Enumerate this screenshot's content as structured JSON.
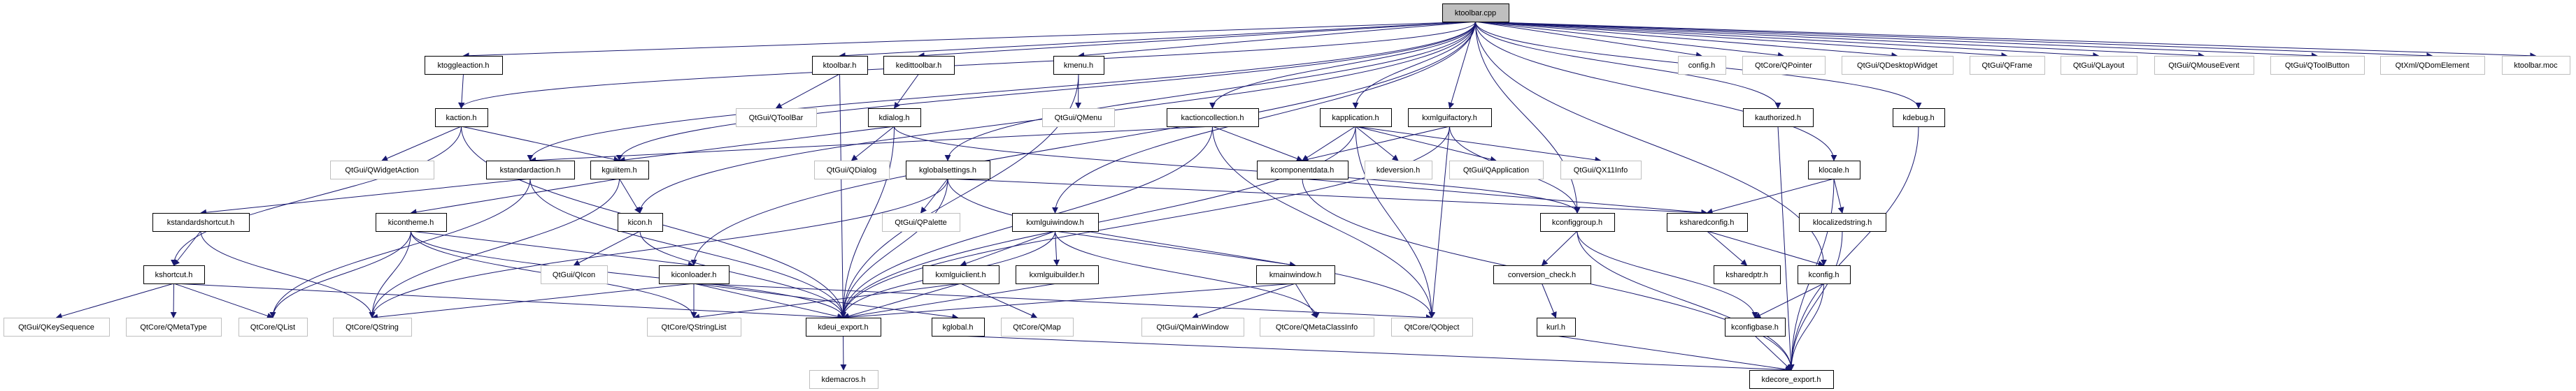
{
  "graph": {
    "edge_color": "#191970",
    "root_fill": "#bfbfbf",
    "external_border": "#bfbfbf",
    "nodes": [
      {
        "id": "ktoolbar.cpp",
        "label": "ktoolbar.cpp",
        "kind": "root"
      },
      {
        "id": "ktoggleaction.h",
        "label": "ktoggleaction.h",
        "kind": "doc"
      },
      {
        "id": "ktoolbar.h",
        "label": "ktoolbar.h",
        "kind": "doc"
      },
      {
        "id": "kedittoolbar.h",
        "label": "kedittoolbar.h",
        "kind": "doc"
      },
      {
        "id": "kmenu.h",
        "label": "kmenu.h",
        "kind": "doc"
      },
      {
        "id": "config.h",
        "label": "config.h",
        "kind": "ext"
      },
      {
        "id": "QtCore/QPointer",
        "label": "QtCore/QPointer",
        "kind": "ext"
      },
      {
        "id": "QtGui/QDesktopWidget",
        "label": "QtGui/QDesktopWidget",
        "kind": "ext"
      },
      {
        "id": "QtGui/QFrame",
        "label": "QtGui/QFrame",
        "kind": "ext"
      },
      {
        "id": "QtGui/QLayout",
        "label": "QtGui/QLayout",
        "kind": "ext"
      },
      {
        "id": "QtGui/QMouseEvent",
        "label": "QtGui/QMouseEvent",
        "kind": "ext"
      },
      {
        "id": "QtGui/QToolButton",
        "label": "QtGui/QToolButton",
        "kind": "ext"
      },
      {
        "id": "QtXml/QDomElement",
        "label": "QtXml/QDomElement",
        "kind": "ext"
      },
      {
        "id": "ktoolbar.moc",
        "label": "ktoolbar.moc",
        "kind": "ext"
      },
      {
        "id": "kaction.h",
        "label": "kaction.h",
        "kind": "doc"
      },
      {
        "id": "QtGui/QToolBar",
        "label": "QtGui/QToolBar",
        "kind": "ext"
      },
      {
        "id": "kdialog.h",
        "label": "kdialog.h",
        "kind": "doc"
      },
      {
        "id": "QtGui/QMenu",
        "label": "QtGui/QMenu",
        "kind": "ext"
      },
      {
        "id": "kactioncollection.h",
        "label": "kactioncollection.h",
        "kind": "doc"
      },
      {
        "id": "kapplication.h",
        "label": "kapplication.h",
        "kind": "doc"
      },
      {
        "id": "kxmlguifactory.h",
        "label": "kxmlguifactory.h",
        "kind": "doc"
      },
      {
        "id": "kauthorized.h",
        "label": "kauthorized.h",
        "kind": "doc"
      },
      {
        "id": "kdebug.h",
        "label": "kdebug.h",
        "kind": "doc"
      },
      {
        "id": "QtGui/QWidgetAction",
        "label": "QtGui/QWidgetAction",
        "kind": "ext"
      },
      {
        "id": "kstandardaction.h",
        "label": "kstandardaction.h",
        "kind": "doc"
      },
      {
        "id": "kguiitem.h",
        "label": "kguiitem.h",
        "kind": "doc"
      },
      {
        "id": "QtGui/QDialog",
        "label": "QtGui/QDialog",
        "kind": "ext"
      },
      {
        "id": "kglobalsettings.h",
        "label": "kglobalsettings.h",
        "kind": "doc"
      },
      {
        "id": "kcomponentdata.h",
        "label": "kcomponentdata.h",
        "kind": "doc"
      },
      {
        "id": "kdeversion.h",
        "label": "kdeversion.h",
        "kind": "ext"
      },
      {
        "id": "QtGui/QApplication",
        "label": "QtGui/QApplication",
        "kind": "ext"
      },
      {
        "id": "QtGui/QX11Info",
        "label": "QtGui/QX11Info",
        "kind": "ext"
      },
      {
        "id": "klocale.h",
        "label": "klocale.h",
        "kind": "doc"
      },
      {
        "id": "kstandardshortcut.h",
        "label": "kstandardshortcut.h",
        "kind": "doc"
      },
      {
        "id": "kicontheme.h",
        "label": "kicontheme.h",
        "kind": "doc"
      },
      {
        "id": "kicon.h",
        "label": "kicon.h",
        "kind": "doc"
      },
      {
        "id": "QtGui/QPalette",
        "label": "QtGui/QPalette",
        "kind": "ext"
      },
      {
        "id": "kxmlguiwindow.h",
        "label": "kxmlguiwindow.h",
        "kind": "doc"
      },
      {
        "id": "kconfiggroup.h",
        "label": "kconfiggroup.h",
        "kind": "doc"
      },
      {
        "id": "ksharedconfig.h",
        "label": "ksharedconfig.h",
        "kind": "doc"
      },
      {
        "id": "klocalizedstring.h",
        "label": "klocalizedstring.h",
        "kind": "doc"
      },
      {
        "id": "kshortcut.h",
        "label": "kshortcut.h",
        "kind": "doc"
      },
      {
        "id": "QtGui/QIcon",
        "label": "QtGui/QIcon",
        "kind": "ext"
      },
      {
        "id": "kiconloader.h",
        "label": "kiconloader.h",
        "kind": "doc"
      },
      {
        "id": "kxmlguiclient.h",
        "label": "kxmlguiclient.h",
        "kind": "doc"
      },
      {
        "id": "kxmlguibuilder.h",
        "label": "kxmlguibuilder.h",
        "kind": "doc"
      },
      {
        "id": "kmainwindow.h",
        "label": "kmainwindow.h",
        "kind": "doc"
      },
      {
        "id": "conversion_check.h",
        "label": "conversion_check.h",
        "kind": "doc"
      },
      {
        "id": "ksharedptr.h",
        "label": "ksharedptr.h",
        "kind": "doc"
      },
      {
        "id": "kconfig.h",
        "label": "kconfig.h",
        "kind": "doc"
      },
      {
        "id": "QtGui/QKeySequence",
        "label": "QtGui/QKeySequence",
        "kind": "ext"
      },
      {
        "id": "QtCore/QMetaType",
        "label": "QtCore/QMetaType",
        "kind": "ext"
      },
      {
        "id": "QtCore/QList",
        "label": "QtCore/QList",
        "kind": "ext"
      },
      {
        "id": "QtCore/QString",
        "label": "QtCore/QString",
        "kind": "ext"
      },
      {
        "id": "QtCore/QStringList",
        "label": "QtCore/QStringList",
        "kind": "ext"
      },
      {
        "id": "kdeui_export.h",
        "label": "kdeui_export.h",
        "kind": "doc"
      },
      {
        "id": "kglobal.h",
        "label": "kglobal.h",
        "kind": "doc"
      },
      {
        "id": "QtCore/QMap",
        "label": "QtCore/QMap",
        "kind": "ext"
      },
      {
        "id": "QtGui/QMainWindow",
        "label": "QtGui/QMainWindow",
        "kind": "ext"
      },
      {
        "id": "QtCore/QMetaClassInfo",
        "label": "QtCore/QMetaClassInfo",
        "kind": "ext"
      },
      {
        "id": "QtCore/QObject",
        "label": "QtCore/QObject",
        "kind": "ext"
      },
      {
        "id": "kurl.h",
        "label": "kurl.h",
        "kind": "doc"
      },
      {
        "id": "kconfigbase.h",
        "label": "kconfigbase.h",
        "kind": "doc"
      },
      {
        "id": "kdemacros.h",
        "label": "kdemacros.h",
        "kind": "ext"
      },
      {
        "id": "kdecore_export.h",
        "label": "kdecore_export.h",
        "kind": "doc"
      }
    ],
    "edges": [
      [
        "ktoolbar.cpp",
        "ktoggleaction.h"
      ],
      [
        "ktoolbar.cpp",
        "kaction.h"
      ],
      [
        "ktoolbar.cpp",
        "kstandardaction.h"
      ],
      [
        "ktoolbar.cpp",
        "kguiitem.h"
      ],
      [
        "ktoolbar.cpp",
        "kicon.h"
      ],
      [
        "ktoolbar.cpp",
        "kiconloader.h"
      ],
      [
        "ktoolbar.cpp",
        "ktoolbar.h"
      ],
      [
        "ktoolbar.cpp",
        "kedittoolbar.h"
      ],
      [
        "ktoolbar.cpp",
        "kmenu.h"
      ],
      [
        "ktoolbar.cpp",
        "kglobalsettings.h"
      ],
      [
        "ktoolbar.cpp",
        "kxmlguiwindow.h"
      ],
      [
        "ktoolbar.cpp",
        "kactioncollection.h"
      ],
      [
        "ktoolbar.cpp",
        "kapplication.h"
      ],
      [
        "ktoolbar.cpp",
        "kxmlguifactory.h"
      ],
      [
        "ktoolbar.cpp",
        "kconfiggroup.h"
      ],
      [
        "ktoolbar.cpp",
        "kconfig.h"
      ],
      [
        "ktoolbar.cpp",
        "klocale.h"
      ],
      [
        "ktoolbar.cpp",
        "kauthorized.h"
      ],
      [
        "ktoolbar.cpp",
        "kdebug.h"
      ],
      [
        "ktoolbar.cpp",
        "config.h"
      ],
      [
        "ktoolbar.cpp",
        "QtCore/QPointer"
      ],
      [
        "ktoolbar.cpp",
        "QtGui/QDesktopWidget"
      ],
      [
        "ktoolbar.cpp",
        "QtGui/QFrame"
      ],
      [
        "ktoolbar.cpp",
        "QtGui/QLayout"
      ],
      [
        "ktoolbar.cpp",
        "QtGui/QMouseEvent"
      ],
      [
        "ktoolbar.cpp",
        "QtGui/QToolButton"
      ],
      [
        "ktoolbar.cpp",
        "QtXml/QDomElement"
      ],
      [
        "ktoolbar.cpp",
        "ktoolbar.moc"
      ],
      [
        "ktoggleaction.h",
        "kaction.h"
      ],
      [
        "kaction.h",
        "QtGui/QWidgetAction"
      ],
      [
        "kaction.h",
        "kguiitem.h"
      ],
      [
        "kaction.h",
        "kshortcut.h"
      ],
      [
        "kaction.h",
        "kdeui_export.h"
      ],
      [
        "kstandardaction.h",
        "kstandardshortcut.h"
      ],
      [
        "kstandardaction.h",
        "QtCore/QList"
      ],
      [
        "kstandardaction.h",
        "kdeui_export.h"
      ],
      [
        "kguiitem.h",
        "kicon.h"
      ],
      [
        "kguiitem.h",
        "kicontheme.h"
      ],
      [
        "kguiitem.h",
        "QtCore/QString"
      ],
      [
        "kstandardshortcut.h",
        "kshortcut.h"
      ],
      [
        "kstandardshortcut.h",
        "QtCore/QString"
      ],
      [
        "kicontheme.h",
        "QtCore/QList"
      ],
      [
        "kicontheme.h",
        "QtCore/QString"
      ],
      [
        "kicontheme.h",
        "kiconloader.h"
      ],
      [
        "kicontheme.h",
        "QtCore/QStringList"
      ],
      [
        "kicontheme.h",
        "kdeui_export.h"
      ],
      [
        "kshortcut.h",
        "QtGui/QKeySequence"
      ],
      [
        "kshortcut.h",
        "QtCore/QMetaType"
      ],
      [
        "kshortcut.h",
        "QtCore/QList"
      ],
      [
        "kshortcut.h",
        "kdeui_export.h"
      ],
      [
        "kicon.h",
        "QtGui/QIcon"
      ],
      [
        "kicon.h",
        "kdeui_export.h"
      ],
      [
        "ktoolbar.h",
        "QtGui/QToolBar"
      ],
      [
        "ktoolbar.h",
        "kdeui_export.h"
      ],
      [
        "kedittoolbar.h",
        "kdialog.h"
      ],
      [
        "kdialog.h",
        "kguiitem.h"
      ],
      [
        "kdialog.h",
        "QtGui/QDialog"
      ],
      [
        "kdialog.h",
        "kdeui_export.h"
      ],
      [
        "kdialog.h",
        "kconfiggroup.h"
      ],
      [
        "kmenu.h",
        "QtGui/QMenu"
      ],
      [
        "kmenu.h",
        "kdeui_export.h"
      ],
      [
        "kactioncollection.h",
        "kstandardaction.h"
      ],
      [
        "kactioncollection.h",
        "kcomponentdata.h"
      ],
      [
        "kactioncollection.h",
        "kdeui_export.h"
      ],
      [
        "kactioncollection.h",
        "QtCore/QObject"
      ],
      [
        "kglobalsettings.h",
        "QtGui/QPalette"
      ],
      [
        "kglobalsettings.h",
        "kdeui_export.h"
      ],
      [
        "kglobalsettings.h",
        "QtCore/QString"
      ],
      [
        "kglobalsettings.h",
        "ksharedconfig.h"
      ],
      [
        "kglobalsettings.h",
        "QtCore/QObject"
      ],
      [
        "kxmlguiwindow.h",
        "kxmlguiclient.h"
      ],
      [
        "kxmlguiwindow.h",
        "kxmlguibuilder.h"
      ],
      [
        "kxmlguiwindow.h",
        "kmainwindow.h"
      ],
      [
        "kxmlguiwindow.h",
        "kdeui_export.h"
      ],
      [
        "kxmlguiwindow.h",
        "QtCore/QMetaClassInfo"
      ],
      [
        "kxmlguiclient.h",
        "QtCore/QStringList"
      ],
      [
        "kxmlguiclient.h",
        "kdeui_export.h"
      ],
      [
        "kxmlguiclient.h",
        "QtCore/QMap"
      ],
      [
        "kxmlguibuilder.h",
        "kdeui_export.h"
      ],
      [
        "kmainwindow.h",
        "QtGui/QMainWindow"
      ],
      [
        "kmainwindow.h",
        "QtCore/QMetaClassInfo"
      ],
      [
        "kmainwindow.h",
        "kdeui_export.h"
      ],
      [
        "kiconloader.h",
        "QtCore/QStringList"
      ],
      [
        "kiconloader.h",
        "kdeui_export.h"
      ],
      [
        "kiconloader.h",
        "kglobal.h"
      ],
      [
        "kiconloader.h",
        "QtCore/QObject"
      ],
      [
        "kiconloader.h",
        "QtCore/QString"
      ],
      [
        "kdeui_export.h",
        "kdemacros.h"
      ],
      [
        "kglobal.h",
        "kdecore_export.h"
      ],
      [
        "kapplication.h",
        "kcomponentdata.h"
      ],
      [
        "kapplication.h",
        "kdeversion.h"
      ],
      [
        "kapplication.h",
        "QtGui/QApplication"
      ],
      [
        "kapplication.h",
        "QtGui/QX11Info"
      ],
      [
        "kapplication.h",
        "kdeui_export.h"
      ],
      [
        "kapplication.h",
        "QtCore/QObject"
      ],
      [
        "kxmlguifactory.h",
        "kcomponentdata.h"
      ],
      [
        "kxmlguifactory.h",
        "QtCore/QObject"
      ],
      [
        "kxmlguifactory.h",
        "kdeui_export.h"
      ],
      [
        "kxmlguifactory.h",
        "kconfiggroup.h"
      ],
      [
        "kcomponentdata.h",
        "ksharedconfig.h"
      ],
      [
        "kcomponentdata.h",
        "kdecore_export.h"
      ],
      [
        "klocale.h",
        "ksharedconfig.h"
      ],
      [
        "klocale.h",
        "klocalizedstring.h"
      ],
      [
        "klocale.h",
        "kdecore_export.h"
      ],
      [
        "kconfiggroup.h",
        "conversion_check.h"
      ],
      [
        "kconfiggroup.h",
        "kconfigbase.h"
      ],
      [
        "kconfiggroup.h",
        "kdecore_export.h"
      ],
      [
        "ksharedconfig.h",
        "ksharedptr.h"
      ],
      [
        "ksharedconfig.h",
        "kconfig.h"
      ],
      [
        "klocalizedstring.h",
        "kdecore_export.h"
      ],
      [
        "conversion_check.h",
        "kurl.h"
      ],
      [
        "kurl.h",
        "kdecore_export.h"
      ],
      [
        "kconfig.h",
        "kconfigbase.h"
      ],
      [
        "kconfig.h",
        "kdecore_export.h"
      ],
      [
        "kconfigbase.h",
        "kdecore_export.h"
      ],
      [
        "kauthorized.h",
        "kdecore_export.h"
      ],
      [
        "kdebug.h",
        "kdecore_export.h"
      ]
    ]
  }
}
